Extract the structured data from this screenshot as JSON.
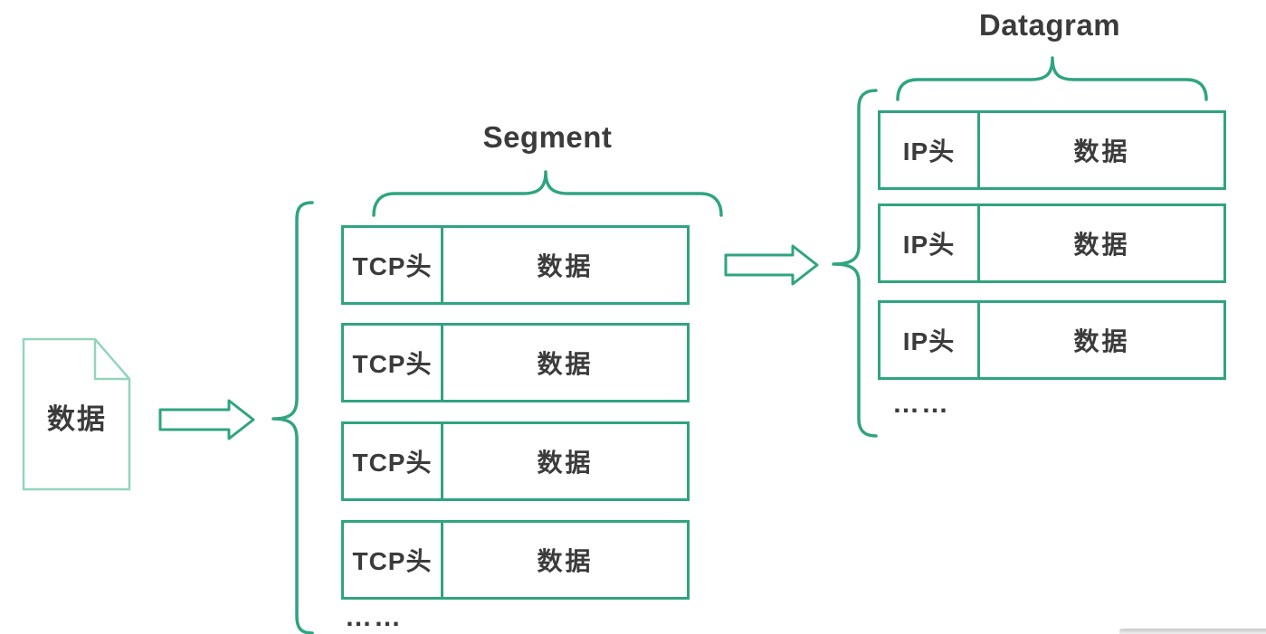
{
  "source_document": {
    "label": "数据"
  },
  "segment_group": {
    "title": "Segment",
    "rows": [
      {
        "header": "TCP头",
        "body": "数据"
      },
      {
        "header": "TCP头",
        "body": "数据"
      },
      {
        "header": "TCP头",
        "body": "数据"
      },
      {
        "header": "TCP头",
        "body": "数据"
      }
    ],
    "ellipsis": "……"
  },
  "datagram_group": {
    "title": "Datagram",
    "rows": [
      {
        "header": "IP头",
        "body": "数据"
      },
      {
        "header": "IP头",
        "body": "数据"
      },
      {
        "header": "IP头",
        "body": "数据"
      }
    ],
    "ellipsis": "……"
  },
  "colors": {
    "primary_green": "#2FA480",
    "light_green": "#93D5B9",
    "text_dark": "#3B3B3B"
  }
}
